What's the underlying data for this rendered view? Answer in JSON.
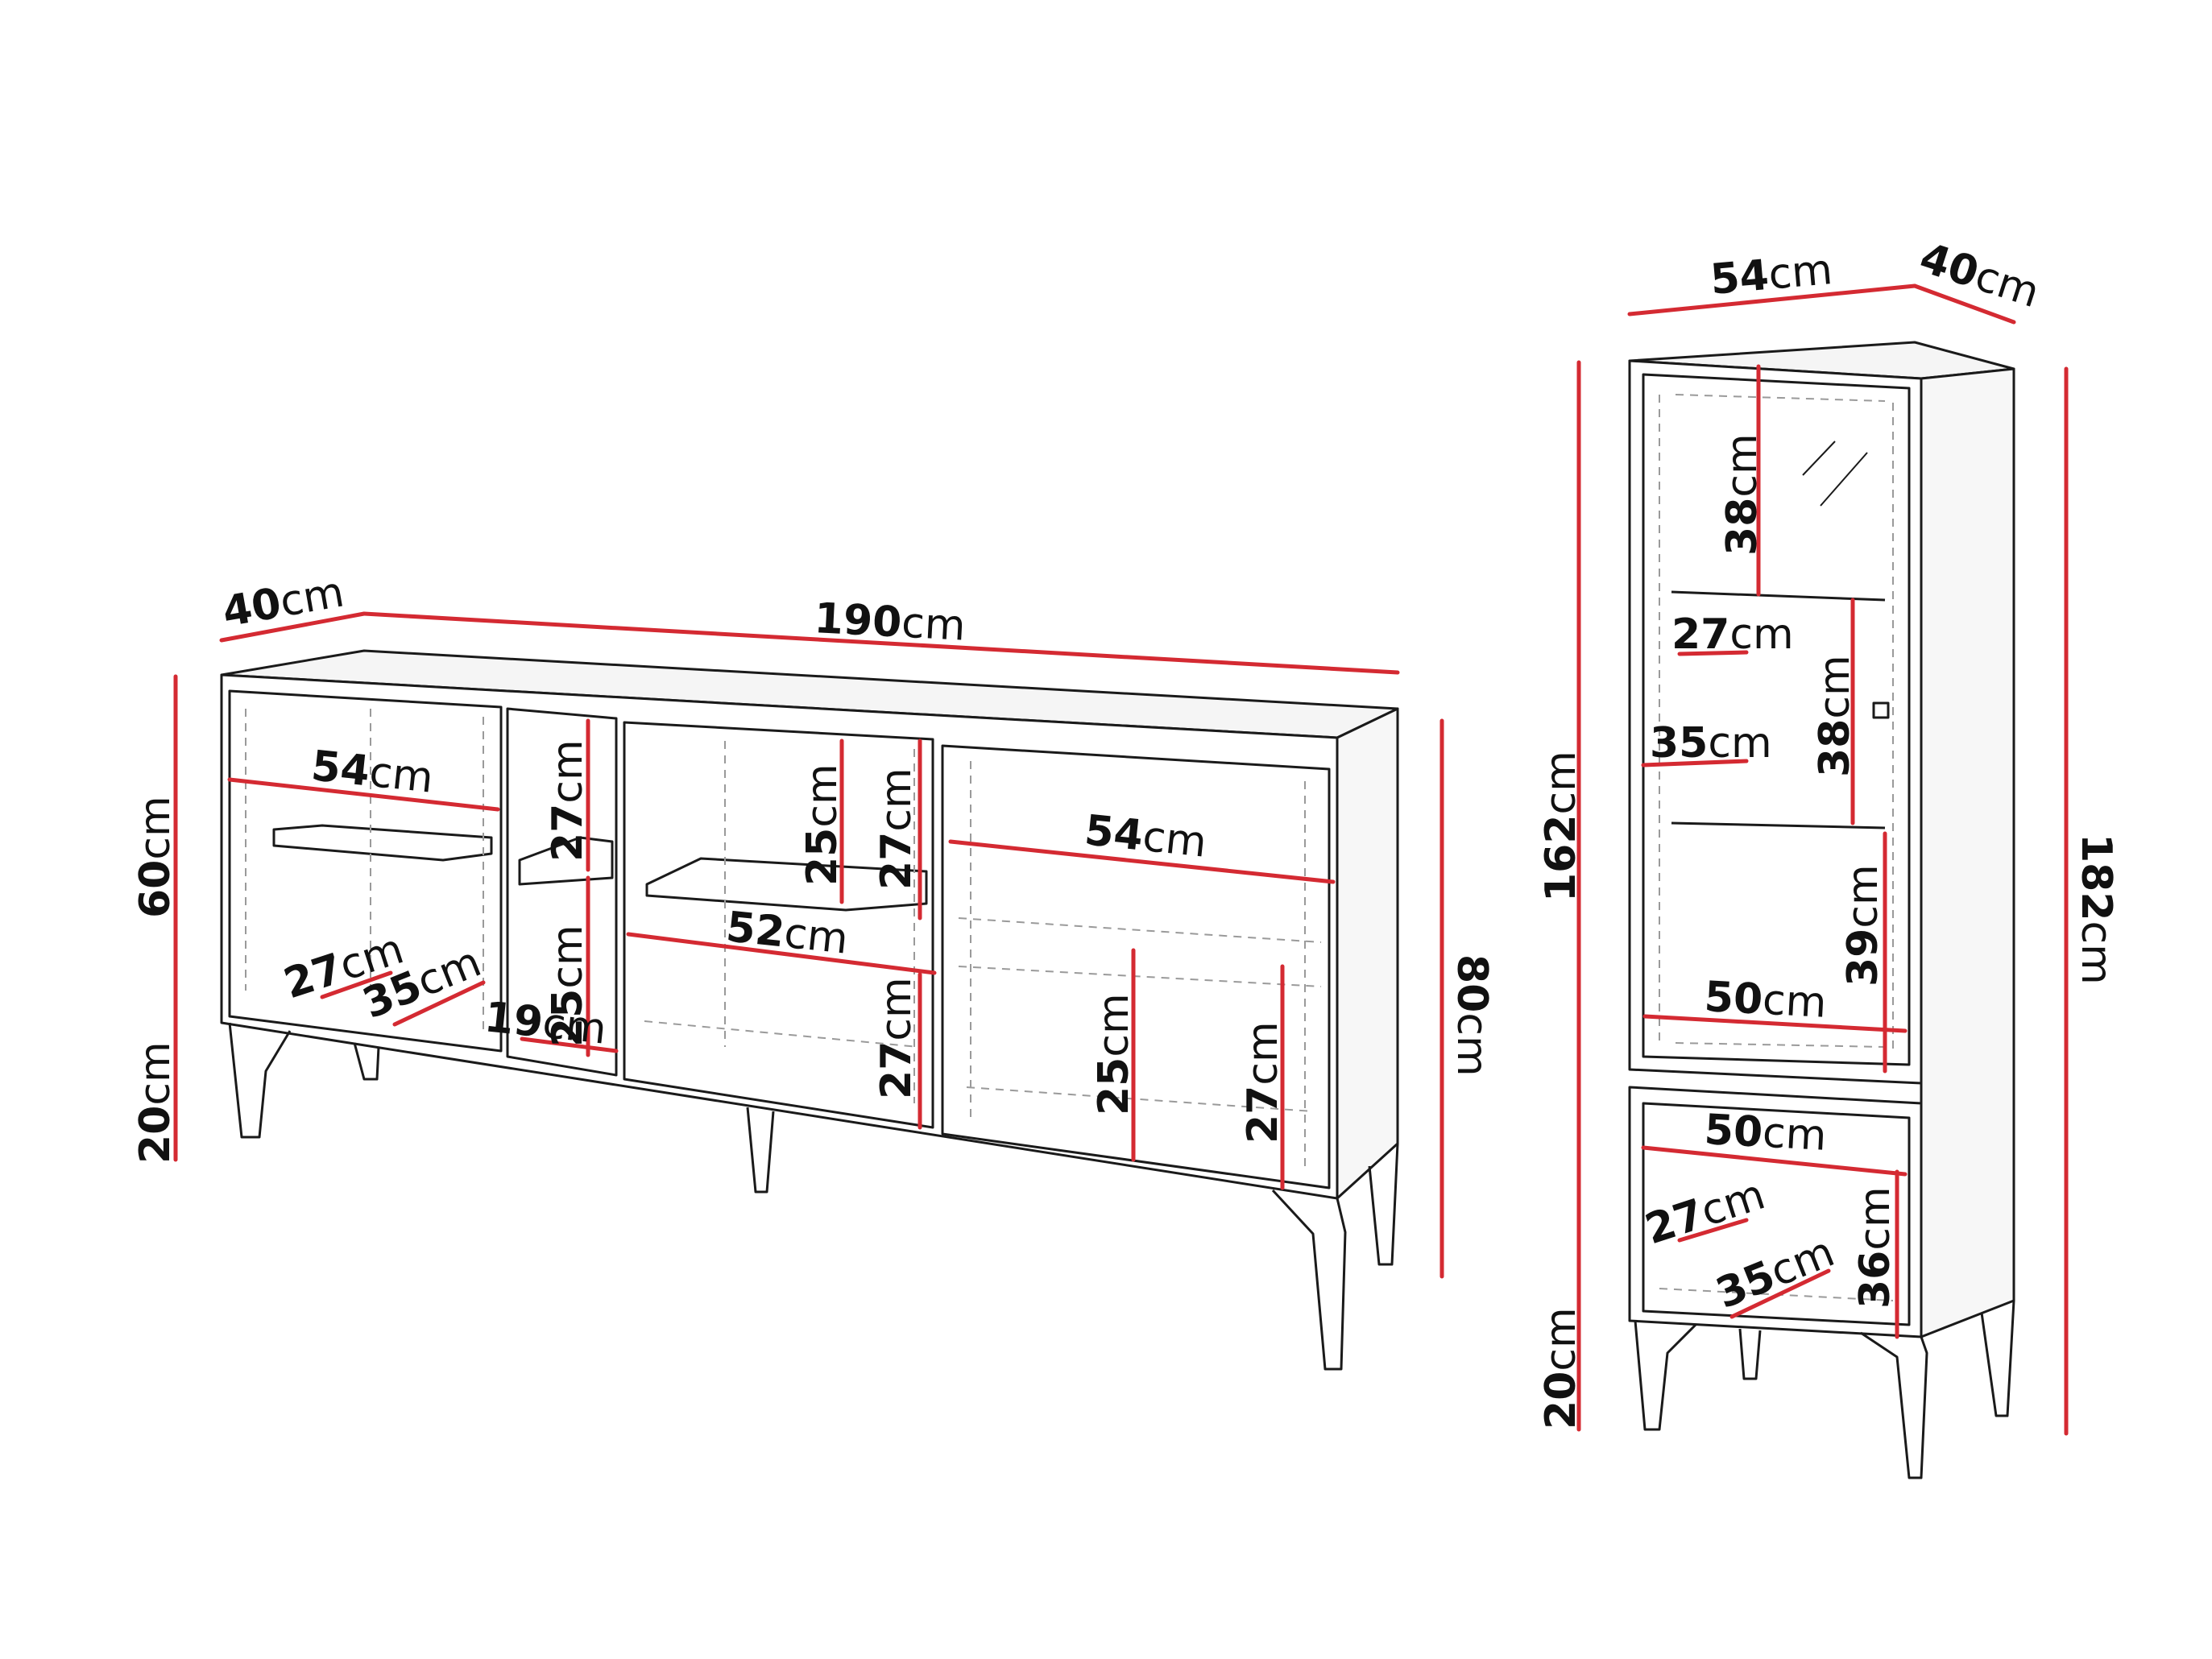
{
  "colors": {
    "dimension": "#d42a32",
    "outline": "#1a1a1a",
    "dash": "#9a9a9a",
    "text": "#111111"
  },
  "unit": "cm",
  "sideboard": {
    "depth": "40",
    "width": "190",
    "height_total": "80",
    "height_body": "60",
    "leg_height": "20",
    "left_door": {
      "shelf_width": "54",
      "shelf_depth": "27",
      "shelf_length": "35"
    },
    "middle_column": {
      "upper": "27",
      "lower": "25",
      "shelf_depth": "19"
    },
    "center": {
      "upper_a": "25",
      "upper_b": "27",
      "shelf_width": "52",
      "lower": "27"
    },
    "right_door": {
      "shelf_width": "54",
      "lower_a": "25",
      "lower_b": "27"
    }
  },
  "cabinet": {
    "width": "54",
    "depth": "40",
    "height_total": "182",
    "height_body": "162",
    "leg_height": "20",
    "top": "38",
    "middle_depth": "27",
    "middle_length": "35",
    "middle_height": "38",
    "lower_height": "39",
    "lower_width": "50",
    "drawer": {
      "width": "50",
      "depth": "27",
      "length": "35",
      "height": "36"
    }
  }
}
